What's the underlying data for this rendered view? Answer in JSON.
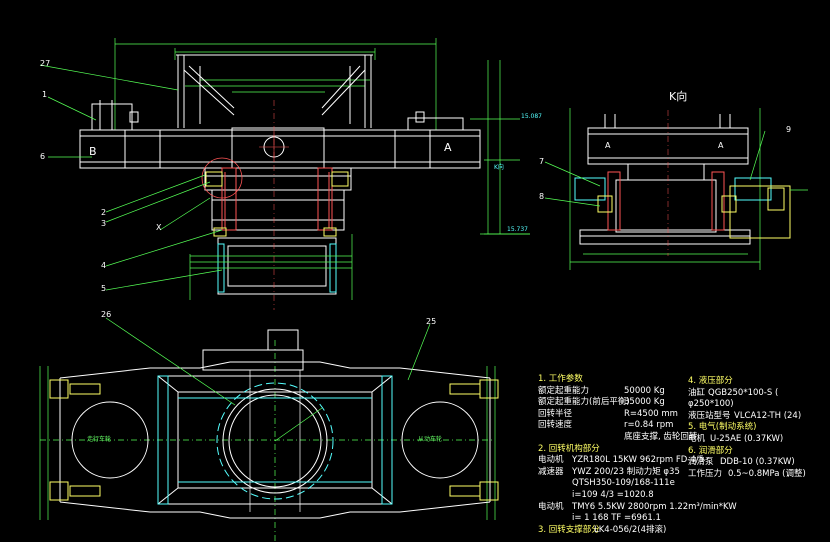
{
  "drawing": {
    "view_label_k": "K向",
    "side_labels": {
      "a_left": "A",
      "b_left": "B",
      "a_side_1": "A",
      "a_side_2": "A"
    },
    "part_numbers": {
      "p27": "27",
      "p1": "1",
      "p6": "6",
      "p2": "2",
      "p3": "3",
      "px": "X",
      "p4": "4",
      "p5": "5",
      "p26": "26",
      "p25": "25",
      "p7": "7",
      "p8": "8",
      "p9": "9"
    },
    "elevations": {
      "top": "15.087",
      "bottom": "15.737"
    },
    "k_mark": "K向",
    "circle_labels": {
      "left": "走行车轮",
      "right": "从动车轮"
    }
  },
  "specs": {
    "col1": [
      {
        "k": "1. 工作参数",
        "v": ""
      },
      {
        "k": "额定起重能力",
        "v": "50000 Kg"
      },
      {
        "k": "额定起重能力(前后平衡)",
        "v": "35000 Kg"
      },
      {
        "k": "回转半径",
        "v": "R=4500 mm"
      },
      {
        "k": "回转速度",
        "v": "r=0.84 rpm"
      },
      {
        "k": "",
        "v": "底座支撑, 齿轮回转"
      },
      {
        "k": "2. 回转机构部分",
        "v": ""
      },
      {
        "k": "电动机",
        "v": "YZR180L 15KW 962rpm FD-4/5"
      },
      {
        "k": "减速器",
        "v": "YWZ 200/23 制动力矩 φ35"
      },
      {
        "k": "",
        "v": "QTSH350-109/168-111e"
      },
      {
        "k": "",
        "v": "i=109 4/3  =1020.8"
      },
      {
        "k": "电动机",
        "v": "TMY6 5.5KW 2800rpm 1.22m³/min*KW"
      },
      {
        "k": "",
        "v": "i=  1 168 TF  =6961.1"
      },
      {
        "k": "3. 回转支撑部分",
        "v": "LK4-056/2(4排滚)"
      }
    ],
    "col2": [
      {
        "k": "4. 液压部分",
        "v": ""
      },
      {
        "k": "油缸",
        "v": "QGB250*100-S ("
      },
      {
        "k": "",
        "v": "φ250*100)"
      },
      {
        "k": "液压站型号",
        "v": "VLCA12-TH (24)"
      },
      {
        "k": "5. 电气(制动系统)",
        "v": ""
      },
      {
        "k": "电机",
        "v": "U-25AE (0.37KW)"
      },
      {
        "k": "6. 润滑部分",
        "v": ""
      },
      {
        "k": "润滑泵",
        "v": "DDB-10 (0.37KW)"
      },
      {
        "k": "工作压力",
        "v": "0.5~0.8MPa (调整)"
      }
    ]
  }
}
